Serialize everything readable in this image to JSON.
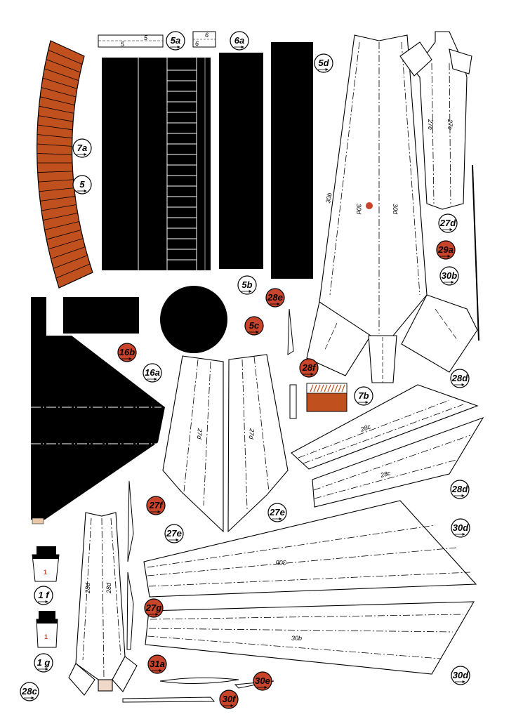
{
  "sheet": {
    "colors": {
      "ink": "#000000",
      "paper": "#ffffff",
      "rust": "#c0501e",
      "rust_badge": "#c8452c"
    },
    "labels": {
      "l_5a": "5a",
      "l_6a": "6a",
      "l_5d": "5d",
      "l_7a": "7a",
      "l_5": "5",
      "l_5b": "5b",
      "l_5c": "5c",
      "l_16a": "16a",
      "l_16b": "16b",
      "l_27d_top": "27d",
      "l_29a": "29a",
      "l_30b_top": "30b",
      "l_28e": "28e",
      "l_28f": "28f",
      "l_7b": "7b",
      "l_28d_top": "28d",
      "l_28d_bottom": "28d",
      "l_27f": "27f",
      "l_27e_left": "27e",
      "l_27e_right": "27e",
      "l_30d_top": "30d",
      "l_27g": "27g",
      "l_1f": "1 f",
      "l_1g": "1 g",
      "l_28c": "28c",
      "l_31a": "31a",
      "l_30e": "30e",
      "l_30f": "30f",
      "l_30d_bottom": "30d"
    },
    "part_text": {
      "t_5_strip": "5",
      "t_5_strip2": "5",
      "t_6_box": "6",
      "t_6_box2": "6",
      "t_30d_a": "30d",
      "t_30d_b": "30d",
      "t_30b_side": "30b",
      "t_27e_a": "27e",
      "t_27e_b": "27e",
      "t_27d_fin_a": "27d",
      "t_27d_fin_b": "27d",
      "t_28c_upper": "28c",
      "t_28c_lower": "28c",
      "t_30b_wing1": "30b",
      "t_30b_wing2": "30b",
      "t_28d_a": "28d",
      "t_28d_b": "28d",
      "t_1f": "1",
      "t_1g": "1"
    }
  }
}
